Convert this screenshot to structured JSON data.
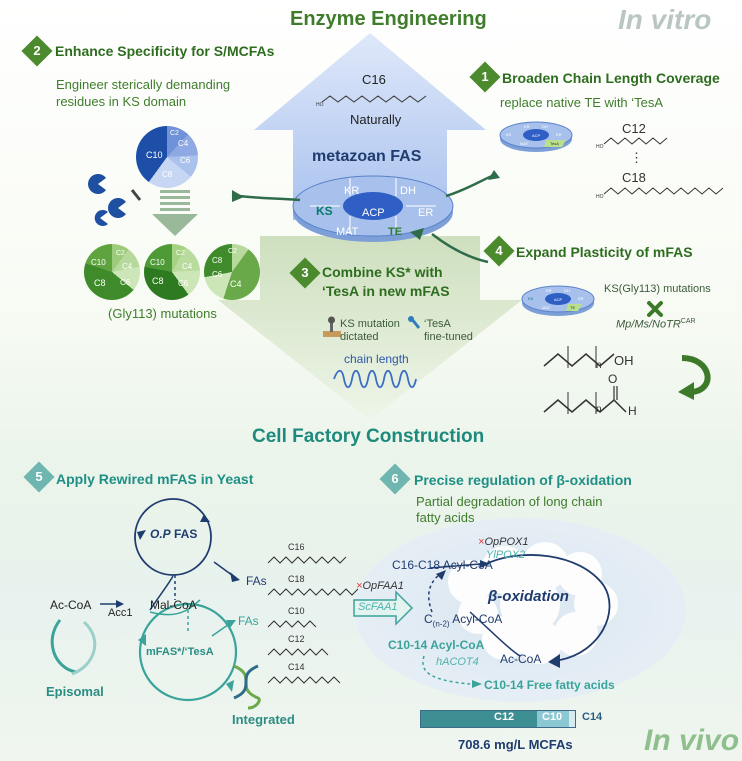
{
  "header": {
    "title": "Enzyme Engineering",
    "in_vitro": "In vitro"
  },
  "mid": {
    "title": "Cell Factory Construction"
  },
  "footer": {
    "in_vivo": "In vivo"
  },
  "colors": {
    "green": "#3f7d2c",
    "teal": "#1f8f86",
    "navy": "#1f3c6e",
    "fas_blue": "#4a7fd4"
  },
  "arrow": {
    "top_chain": "C16",
    "naturally": "Naturally",
    "fas_label": "metazoan  FAS"
  },
  "fas_domains": {
    "kr": "KR",
    "dh": "DH",
    "ks": "KS",
    "acp": "ACP",
    "er": "ER",
    "mat": "MAT",
    "te": "TE"
  },
  "step1": {
    "num": "1",
    "title": "Broaden Chain Length Coverage",
    "desc": "replace native TE with ‘TesA",
    "c12": "C12",
    "dots": "⋮",
    "c18": "C18"
  },
  "step2": {
    "num": "2",
    "title": "Enhance Specificity for S/MCFAs",
    "desc_line1": "Engineer sterically demanding",
    "desc_line2": "residues  in KS domain",
    "mutations": "(Gly113) mutations",
    "pie_top": [
      "C10",
      "C4",
      "C6",
      "C8",
      "C2"
    ],
    "pie_a": [
      "C10",
      "C2",
      "C4",
      "C6",
      "C8"
    ],
    "pie_b": [
      "C10",
      "C2",
      "C4",
      "C6",
      "C8"
    ],
    "pie_c": [
      "C8",
      "C2",
      "C4",
      "C6"
    ]
  },
  "step3": {
    "num": "3",
    "title_line1": "Combine KS* with",
    "title_line2": "‘TesA in new mFAS",
    "ks_line1": "KS mutation",
    "ks_line2": "dictated",
    "tesa_line1": "‘TesA",
    "tesa_line2": "fine-tuned",
    "chain_length": "chain length"
  },
  "step4": {
    "num": "4",
    "title": "Expand Plasticity of mFAS",
    "mutations": "KS(Gly113) mutations",
    "enzymes": "Mp/Ms/NoTR",
    "enzymes_sup": "CAR",
    "oh": "OH",
    "n1": "n",
    "n2": "n",
    "o": "O",
    "h": "H"
  },
  "step5": {
    "num": "5",
    "title": "Apply Rewired mFAS in Yeast",
    "opfas": "O.P",
    "opfas_rest": " FAS",
    "fas_out": "FAs",
    "fas_out2": "FAs",
    "acoa": "Ac-CoA",
    "acc1": "Acc1",
    "malcoa": "Mal-CoA",
    "mfas": "mFAS*/‘TesA",
    "episomal": "Episomal",
    "integrated": "Integrated",
    "chains": [
      "C16",
      "C18",
      "C10",
      "C12",
      "C14"
    ]
  },
  "step6": {
    "num": "6",
    "title": "Precise regulation of β-oxidation",
    "desc_line1": "Partial degradation of long chain",
    "desc_line2": "fatty acids",
    "oppox1": "OpPOX1",
    "ylpox2": "YlPOX2",
    "opfaa1": "OpFAA1",
    "scfaa1": "ScFAA1",
    "c16c18": "C16-C18 Acyl-CoA",
    "cn2": "C",
    "cn2_sub": "(n-2)",
    "cn2_rest": " Acyl-CoA",
    "beta": "β-oxidation",
    "c1014": "C10-14 Acyl-CoA",
    "hacot4": "hACOT4",
    "acoa": "Ac-CoA",
    "free": "C10-14 Free fatty acids",
    "x": "×"
  },
  "chart_data": {
    "type": "bar",
    "categories": [
      "C12",
      "C10",
      "C14"
    ],
    "total_label": "708.6 mg/L MCFAs"
  }
}
